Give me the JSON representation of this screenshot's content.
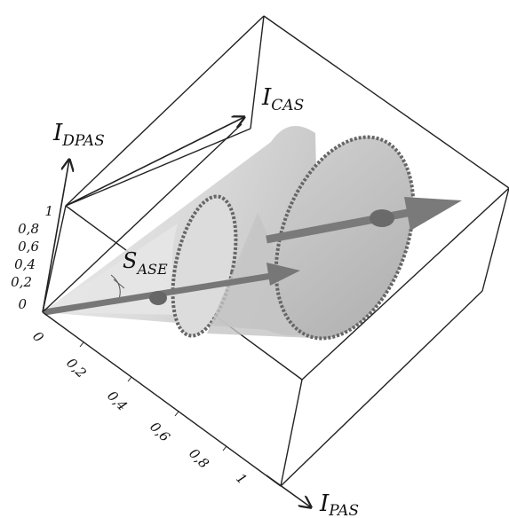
{
  "axes": {
    "x_label_main": "I",
    "x_label_sub": "PAS",
    "y_label_main": "I",
    "y_label_sub": "CAS",
    "z_label_main": "I",
    "z_label_sub": "DPAS"
  },
  "vertical_ticks": [
    "1",
    "0,8",
    "0,6",
    "0,4",
    "0,2",
    "0"
  ],
  "diagonal_ticks": [
    "0",
    "0,2",
    "0,4",
    "0,6",
    "0,8",
    "1"
  ],
  "annotation": {
    "main": "S",
    "sub": "ASE"
  },
  "colors": {
    "cone_light": "#e2e2e2",
    "cone_mid": "#cdcdcd",
    "cone_dark": "#b5b5b5",
    "rim": "#6b6b6b",
    "arrow_vector": "#7a7a7a"
  }
}
